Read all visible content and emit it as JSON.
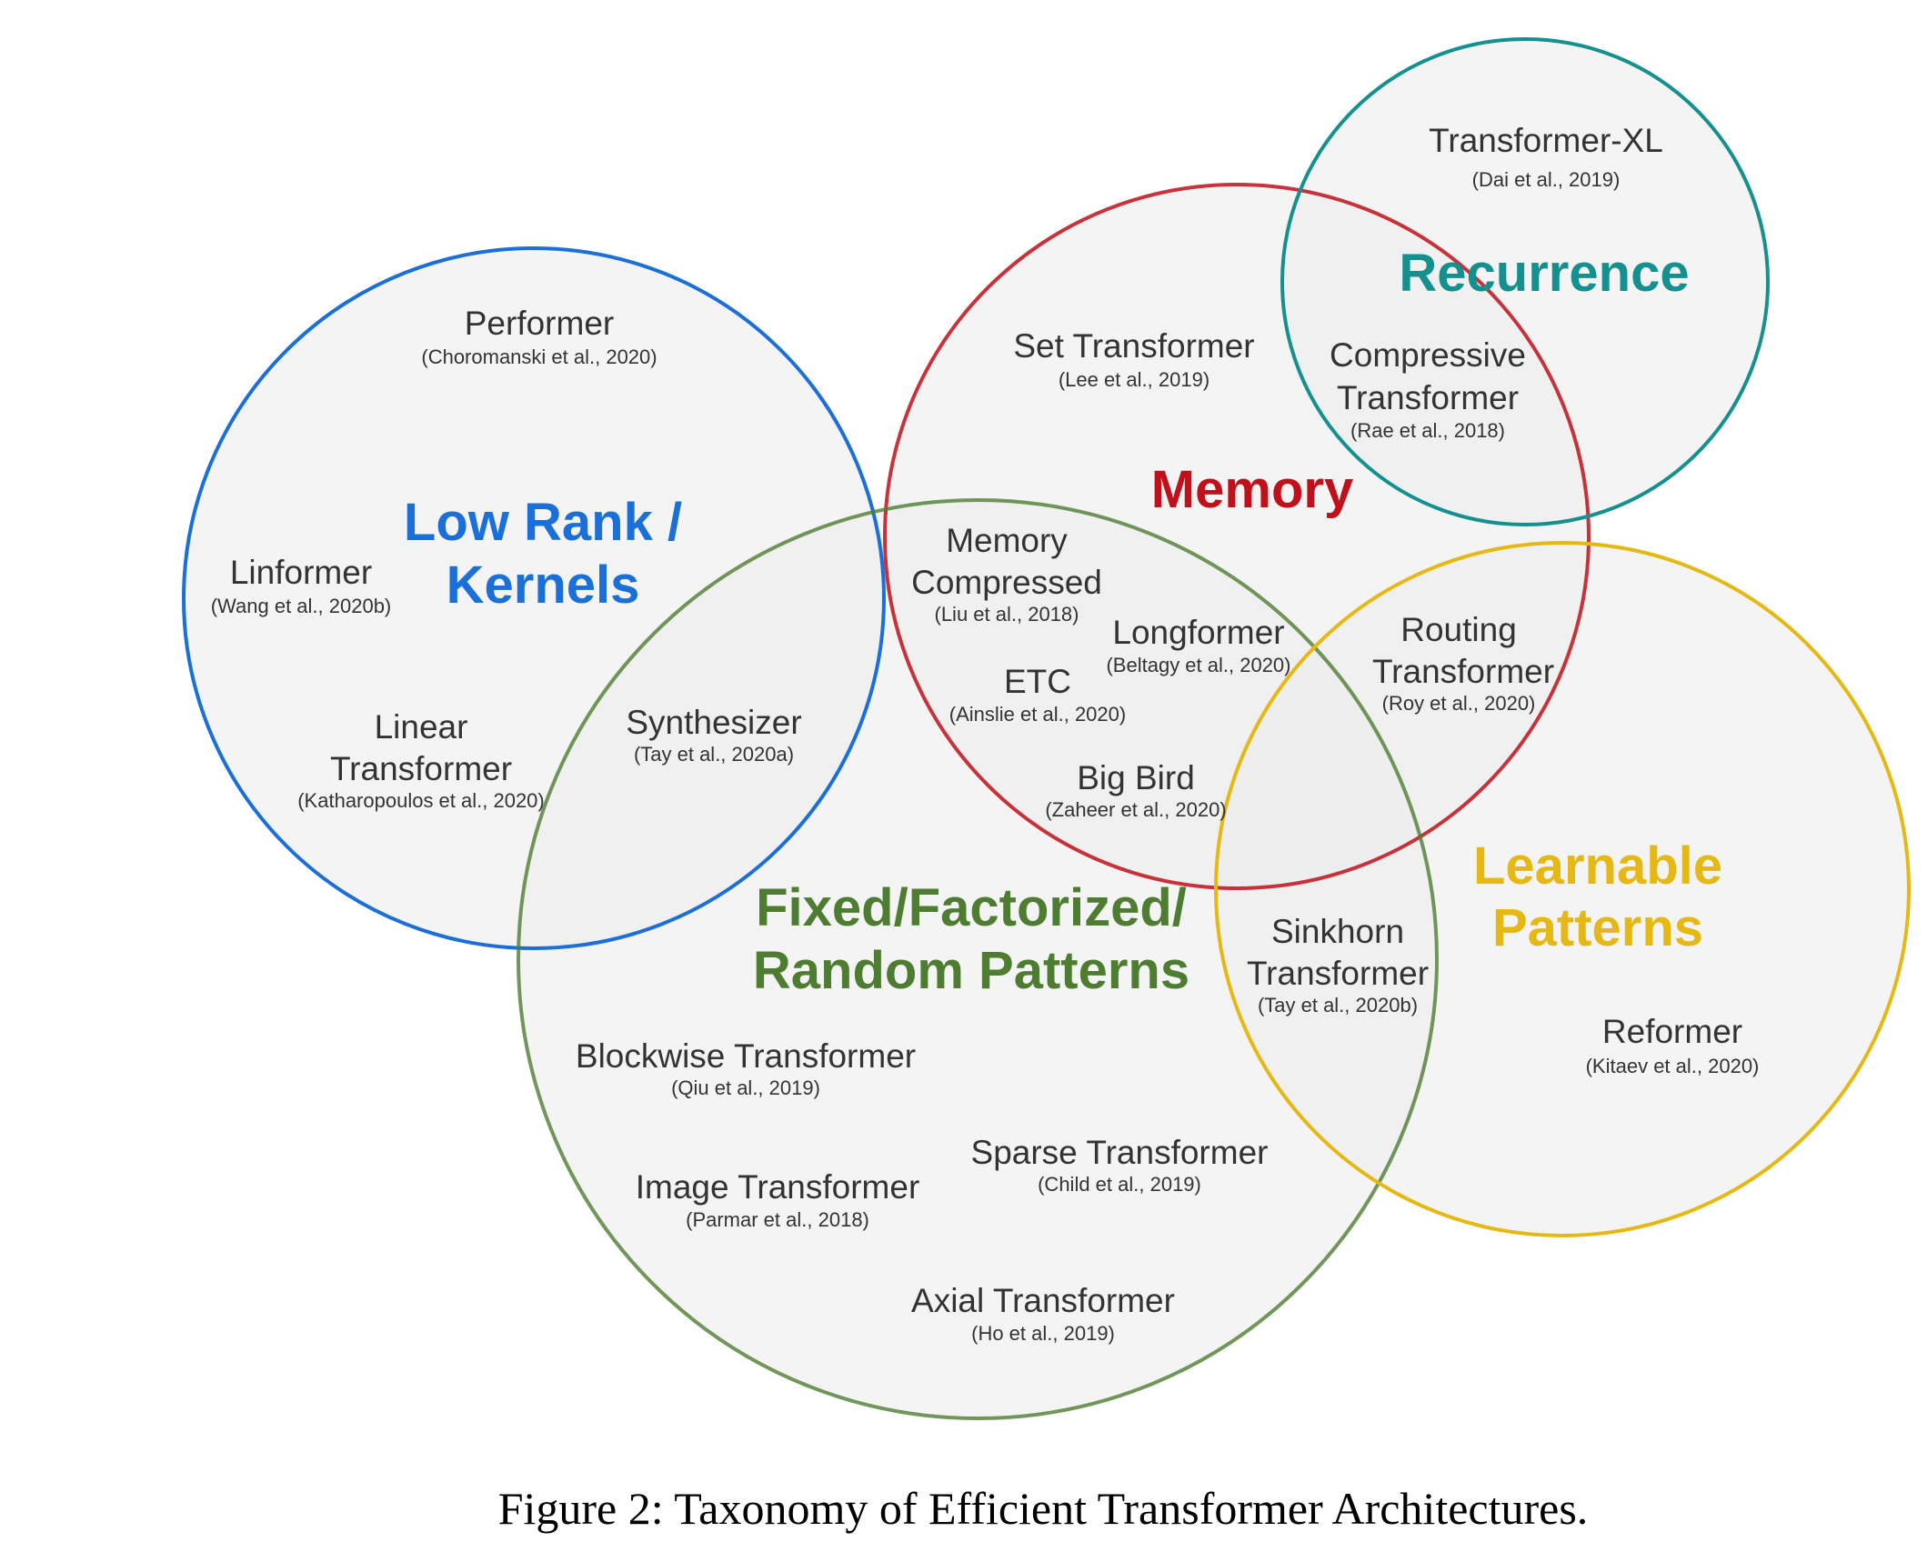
{
  "categories": {
    "low_rank": {
      "label_line1": "Low Rank /",
      "label_line2": "Kernels",
      "color": "#1a6fd8"
    },
    "memory": {
      "label": "Memory",
      "color": "#c0101a"
    },
    "recurrence": {
      "label": "Recurrence",
      "color": "#14918f"
    },
    "fixed": {
      "label_line1": "Fixed/Factorized/",
      "label_line2": "Random Patterns",
      "color": "#4e7d32"
    },
    "learnable": {
      "label_line1": "Learnable",
      "label_line2": "Patterns",
      "color": "#e6b814"
    }
  },
  "fill_color": "#ececec",
  "models": {
    "performer": {
      "name": "Performer",
      "cite": "(Choromanski et al., 2020)"
    },
    "linformer": {
      "name": "Linformer",
      "cite": "(Wang et al., 2020b)"
    },
    "linear_transformer": {
      "name_line1": "Linear",
      "name_line2": "Transformer",
      "cite": "(Katharopoulos et al., 2020)"
    },
    "synthesizer": {
      "name": "Synthesizer",
      "cite": "(Tay et al., 2020a)"
    },
    "set_transformer": {
      "name": "Set Transformer",
      "cite": "(Lee et al., 2019)"
    },
    "transformer_xl": {
      "name": "Transformer-XL",
      "cite": "(Dai et al., 2019)"
    },
    "compressive": {
      "name_line1": "Compressive",
      "name_line2": "Transformer",
      "cite": "(Rae et al., 2018)"
    },
    "memory_compressed": {
      "name_line1": "Memory",
      "name_line2": "Compressed",
      "cite": "(Liu et al., 2018)"
    },
    "longformer": {
      "name": "Longformer",
      "cite": "(Beltagy et al., 2020)"
    },
    "etc": {
      "name": "ETC",
      "cite": "(Ainslie et al., 2020)"
    },
    "big_bird": {
      "name": "Big Bird",
      "cite": "(Zaheer et al., 2020)"
    },
    "routing": {
      "name_line1": "Routing",
      "name_line2": "Transformer",
      "cite": "(Roy et al., 2020)"
    },
    "sinkhorn": {
      "name_line1": "Sinkhorn",
      "name_line2": "Transformer",
      "cite": "(Tay et al., 2020b)"
    },
    "reformer": {
      "name": "Reformer",
      "cite": "(Kitaev et al., 2020)"
    },
    "blockwise": {
      "name": "Blockwise Transformer",
      "cite": "(Qiu et al., 2019)"
    },
    "sparse": {
      "name": "Sparse Transformer",
      "cite": "(Child et al., 2019)"
    },
    "image": {
      "name": "Image Transformer",
      "cite": "(Parmar et al., 2018)"
    },
    "axial": {
      "name": "Axial Transformer",
      "cite": "(Ho et al., 2019)"
    }
  },
  "caption": "Figure 2: Taxonomy of Efficient Transformer Architectures."
}
